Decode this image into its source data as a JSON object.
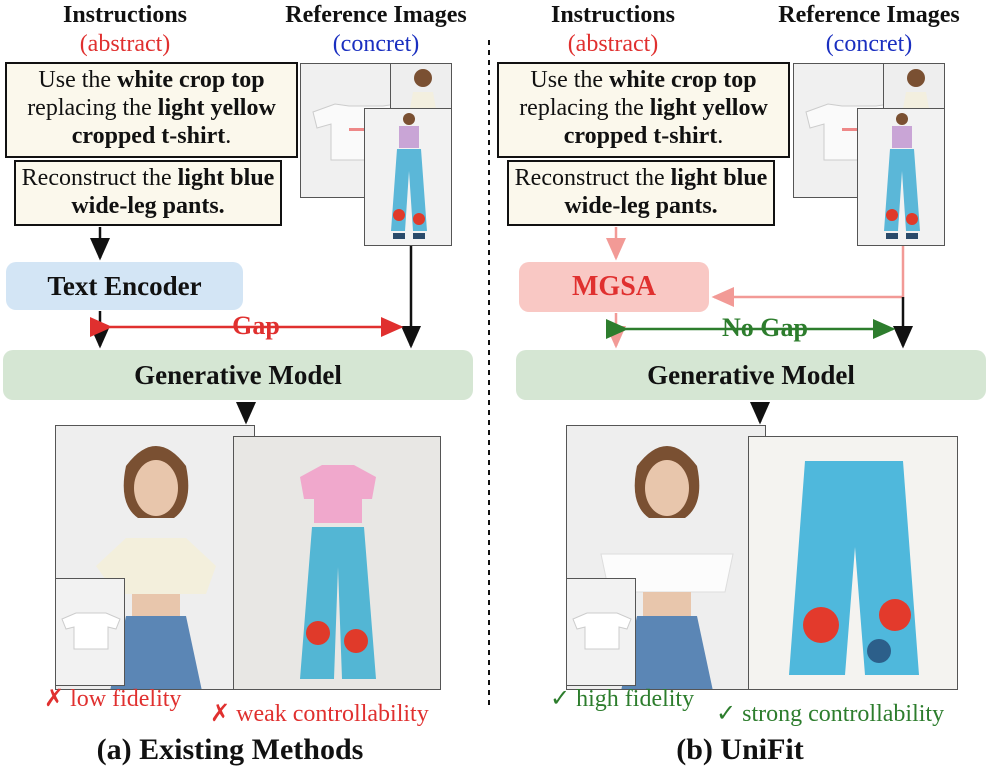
{
  "left": {
    "instructions_title": "Instructions",
    "instructions_sub": "(abstract)",
    "reference_title": "Reference Images",
    "reference_sub": "(concret)",
    "instruction1": {
      "p1": "Use the ",
      "b1": "white crop top",
      "p2": " replacing the ",
      "b2": "light yellow cropped t-shirt",
      "p3": "."
    },
    "instruction2": {
      "p1": "Reconstruct the ",
      "b1": "light blue wide-leg pants."
    },
    "encoder_label": "Text Encoder",
    "gap_label": "Gap",
    "model_label": "Generative Model",
    "status1": "low fidelity",
    "status2": "weak controllability",
    "caption": "(a) Existing Methods"
  },
  "right": {
    "instructions_title": "Instructions",
    "instructions_sub": "(abstract)",
    "reference_title": "Reference Images",
    "reference_sub": "(concret)",
    "instruction1": {
      "p1": "Use the ",
      "b1": "white crop top",
      "p2": " replacing the ",
      "b2": "light yellow cropped t-shirt",
      "p3": "."
    },
    "instruction2": {
      "p1": "Reconstruct the ",
      "b1": "light blue wide-leg pants."
    },
    "encoder_label": "MGSA",
    "gap_label": "No Gap",
    "model_label": "Generative Model",
    "status1": "high fidelity",
    "status2": "strong controllability",
    "caption": "(b) UniFit"
  },
  "colors": {
    "red": "#e0302f",
    "green": "#2d7d2d",
    "blue": "#1a2fc0",
    "pink_arrow": "#f29a96"
  },
  "icons": {
    "fail": "cross-mark-icon",
    "pass": "check-mark-icon"
  }
}
